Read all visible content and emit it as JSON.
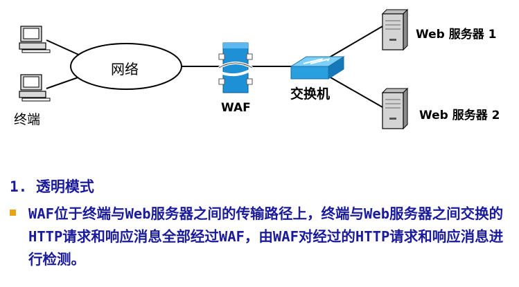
{
  "diagram": {
    "terminal_label": "终端",
    "network_label": "网络",
    "waf_label": "WAF",
    "switch_label": "交换机",
    "server1_label": "Web 服务器 1",
    "server2_label": "Web 服务器 2"
  },
  "section": {
    "heading": "1. 透明模式",
    "bullet_text": "WAF位于终端与Web服务器之间的传输路径上，终端与Web服务器之间交换的HTTP请求和响应消息全部经过WAF，由WAF对经过的HTTP请求和响应消息进行检测。"
  },
  "colors": {
    "heading": "#1a1a9c",
    "bullet": "#e8a317",
    "waf_blue": "#1e90d6",
    "switch_blue": "#2a9fe0"
  },
  "icons": [
    "computer-icon",
    "network-cloud-icon",
    "firewall-icon",
    "switch-icon",
    "server-icon"
  ]
}
